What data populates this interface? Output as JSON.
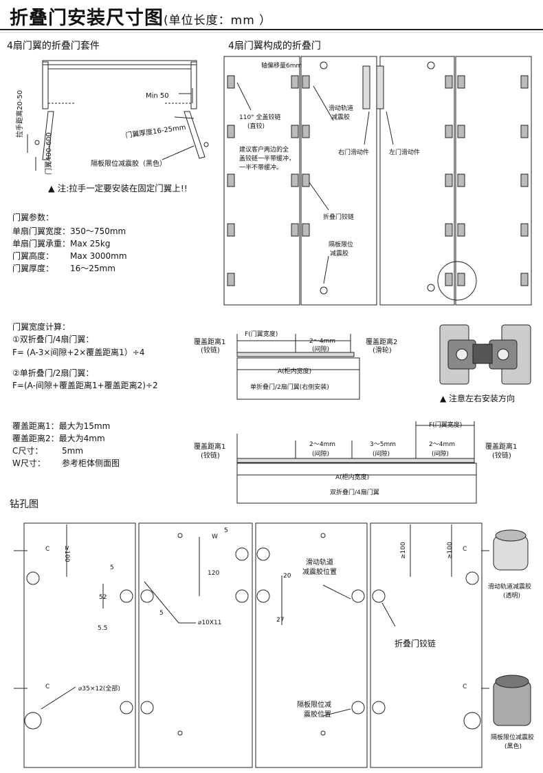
{
  "title": {
    "main": "折叠门安装尺寸图",
    "unit": "(单位长度：mm ）"
  },
  "kit": {
    "heading": "4扇门翼的折叠门套件",
    "min50": "Min 50",
    "handle_dist": "拉手距离20-50",
    "door_len": "门翼400-600",
    "door_thick": "门翼厚度16-25mm",
    "damper_black": "隔板限位减震胶（黑色）",
    "note": "▲ 注:拉手一定要安装在固定门翼上!!"
  },
  "params": {
    "heading": "门翼参数：",
    "rows": [
      {
        "label": "单扇门翼宽度：",
        "value": "350～750mm"
      },
      {
        "label": "单扇门翼承重：",
        "value": "Max 25kg"
      },
      {
        "label": "门翼高度：",
        "value": "Max 3000mm"
      },
      {
        "label": "门翼厚度：",
        "value": "16～25mm"
      }
    ]
  },
  "door4": {
    "heading": "4扇门翼构成的折叠门",
    "axis_shift": "轴偏移量6mm",
    "hinge110a": "110° 全盖铰链",
    "hinge110b": "(直铰)",
    "advice1": "建议客户两边的全",
    "advice2": "盖铰链一半带缓冲，",
    "advice3": "一半不带缓冲。",
    "rail_damper1": "滑动轨道",
    "rail_damper2": "减震胶",
    "right_slider": "右门滑动件",
    "left_slider": "左门滑动件",
    "fold_hinge": "折叠门铰链",
    "limit1": "隔板限位",
    "limit2": "减震胶",
    "direction_note": "▲ 注意左右安装方向"
  },
  "calc": {
    "heading": "门翼宽度计算：",
    "f1_title": "①双折叠门/4扇门翼：",
    "f1": "F= (A-3×间隙+2×覆盖距离1）÷4",
    "f2_title": "②单折叠门/2扇门翼：",
    "f2": "F=(A-间隙+覆盖距离1+覆盖距离2)÷2"
  },
  "single": {
    "cover1": "覆盖距离1",
    "cover1_sub": "(铰链)",
    "f_width": "F(门翼宽度)",
    "gap": "2～4mm",
    "gap_sub": "(间隙)",
    "cover2": "覆盖距离2",
    "cover2_sub": "(滑轮)",
    "a_width": "A(柜内宽度)",
    "caption": "单折叠门/2扇门翼(右侧安装)"
  },
  "limits": {
    "rows": [
      {
        "label": "覆盖距离1：",
        "value": "最大为15mm"
      },
      {
        "label": "覆盖距离2：",
        "value": "最大为4mm"
      },
      {
        "label": "C尺寸：",
        "value": "5mm"
      },
      {
        "label": "W尺寸：",
        "value": "参考柜体侧面图"
      }
    ]
  },
  "double": {
    "f_width": "F(门翼宽度)",
    "cover1": "覆盖距离1",
    "cover1_sub": "(铰链)",
    "gap1": "2～4mm",
    "gap1_sub": "(间隙)",
    "gap2": "3～5mm",
    "gap2_sub": "(间隙)",
    "gap3": "2～4mm",
    "gap3_sub": "(间隙)",
    "cover1b": "覆盖距离1",
    "cover1b_sub": "(铰链)",
    "a_width": "A(柜内宽度)",
    "caption": "双折叠门/4扇门翼"
  },
  "drill": {
    "heading": "钻孔图",
    "c": "C",
    "ge100": "≥100",
    "d5": "5",
    "d52": "52",
    "d55": "5.5",
    "d10x11": "⌀10X11",
    "d35x12": "⌀35×12(全部)",
    "w": "W",
    "d120": "120",
    "d20": "20",
    "d27": "27",
    "rail_pos1": "滑动轨道",
    "rail_pos2": "减震胶位置",
    "fold_hinge": "折叠门铰链",
    "limit_pos1": "隔板限位减",
    "limit_pos2": "震胶位置",
    "rail_damper_clear": "滑动轨道减震胶",
    "clear": "(透明)",
    "limit_damper_black": "隔板限位减震胶",
    "black": "(黑色)"
  }
}
